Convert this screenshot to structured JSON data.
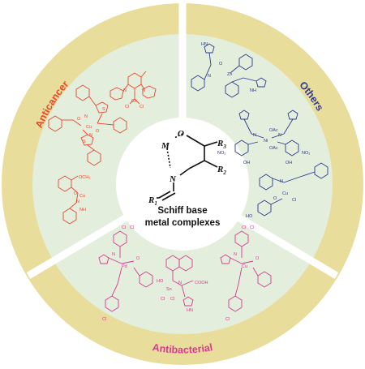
{
  "center": {
    "line1": "Schiff base",
    "line2": "metal complexes",
    "atoms": {
      "m": "M",
      "o": "O",
      "n": "N",
      "r1": "R",
      "r1_sub": "1",
      "r2": "R",
      "r2_sub": "2",
      "r3": "R",
      "r3_sub": "3"
    }
  },
  "sectors": {
    "anticancer": {
      "label": "Anticancer",
      "color": "#e8472e"
    },
    "others": {
      "label": "Others",
      "color": "#2b3a8f"
    },
    "antibacterial": {
      "label": "Antibacterial",
      "color": "#d93a8f"
    }
  },
  "colors": {
    "ring": "#e9dd9b",
    "inner": "#e3eedd",
    "divider": "#ffffff",
    "anticancer_struct": "#e8472e",
    "others_struct": "#2b3a8f",
    "antibacterial_struct": "#d93a8f"
  },
  "structures": {
    "anticancer": {
      "cu_complex": {
        "metal": "Cu",
        "n": "N",
        "o": "O",
        "s": "S"
      },
      "ce_complex": {
        "metal": "Ce",
        "cl": "Cl",
        "n": "N",
        "o": "O"
      },
      "cu_small": {
        "metal": "Cu",
        "och3": "OCH₃",
        "o": "O",
        "n": "N",
        "nh": "NH"
      }
    },
    "others": {
      "zn_complex": {
        "metal": "Zn",
        "o": "O",
        "n": "N",
        "hn": "HN",
        "nh": "NH"
      },
      "ni_complex": {
        "metal": "Ni",
        "oac": "OAc",
        "no2": "NO₂",
        "oh": "OH",
        "n": "N"
      },
      "cu_complex": {
        "metal": "Cu",
        "ho": "HO",
        "cl": "Cl",
        "o": "O",
        "n": "N"
      }
    },
    "antibacterial": {
      "pd_complex": {
        "metal": "Pd",
        "cl": "Cl",
        "o": "O",
        "n": "N"
      },
      "sn_complex": {
        "metal": "Sn",
        "cl": "Cl",
        "ho": "HO",
        "cooh": "COOH",
        "n": "N",
        "hn": "HN"
      },
      "cu_complex": {
        "metal": "Cu",
        "cl": "Cl",
        "o": "O",
        "n": "N"
      }
    }
  }
}
